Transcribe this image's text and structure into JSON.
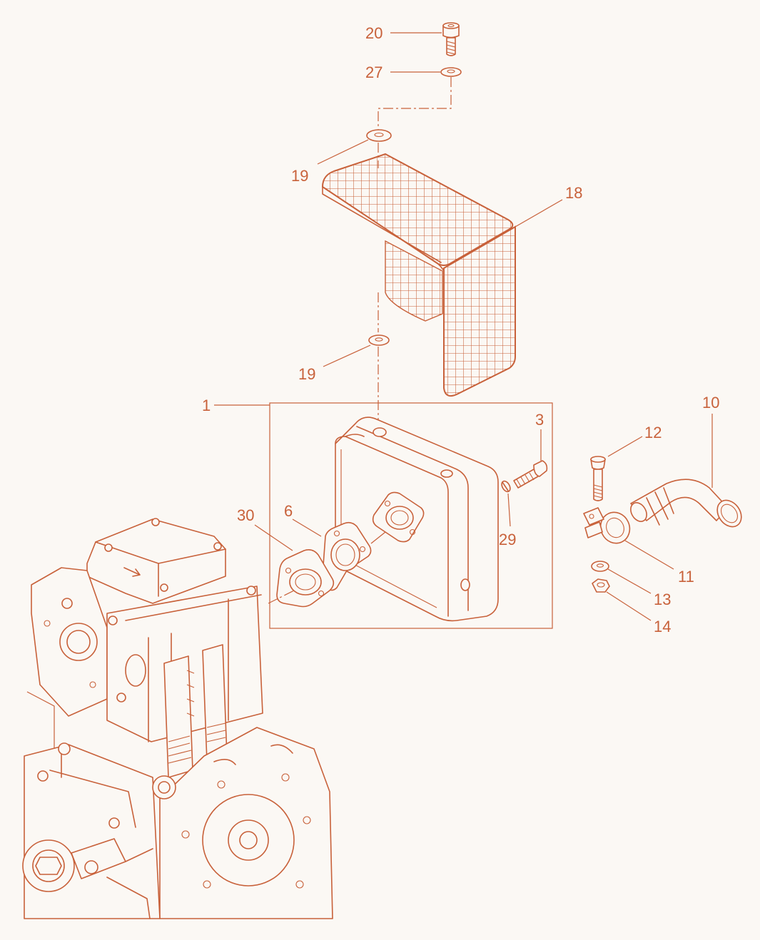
{
  "accent_color": "#c8613a",
  "background_color": "#fbf8f4",
  "callouts": [
    {
      "id": "c20",
      "text": "20"
    },
    {
      "id": "c27",
      "text": "27"
    },
    {
      "id": "c19a",
      "text": "19"
    },
    {
      "id": "c18",
      "text": "18"
    },
    {
      "id": "c19b",
      "text": "19"
    },
    {
      "id": "c1",
      "text": "1"
    },
    {
      "id": "c3",
      "text": "3"
    },
    {
      "id": "c12",
      "text": "12"
    },
    {
      "id": "c10",
      "text": "10"
    },
    {
      "id": "c30",
      "text": "30"
    },
    {
      "id": "c6",
      "text": "6"
    },
    {
      "id": "c29",
      "text": "29"
    },
    {
      "id": "c11",
      "text": "11"
    },
    {
      "id": "c13",
      "text": "13"
    },
    {
      "id": "c14",
      "text": "14"
    }
  ]
}
